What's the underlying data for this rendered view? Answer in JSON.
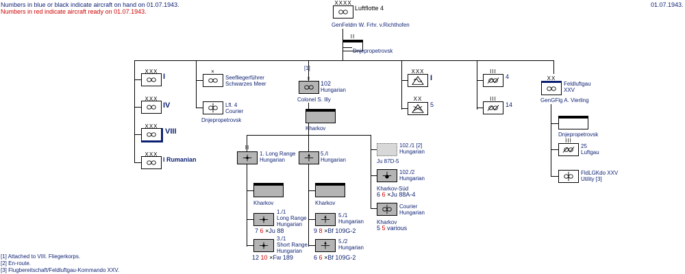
{
  "header": {
    "note_blue": "Numbers in blue or black indicate aircraft on hand on 01.07.1943.",
    "note_red": "Numbers in red indicate aircraft ready on 01.07.1943.",
    "date": "01.07.1943."
  },
  "top": {
    "luftflotte": "Luftflotte 4",
    "commander": "GenFeldm  W. Frhr. v.Richthofen",
    "hq": "Dnjepropetrovsk"
  },
  "korps": {
    "k1": "I",
    "k4": "IV",
    "k8": "VIII",
    "k1r": "I Rumanian"
  },
  "seeflieger": {
    "line1": "Seefliegerführer",
    "line2": "Schwarzes Meer"
  },
  "courier": {
    "line1": "Lfl. 4",
    "line2": "Courier",
    "place": "Dnjepropetrovsk"
  },
  "hungarian": {
    "footnote": "[1]",
    "num": "102",
    "name": "Hungarian",
    "commander": "Colonel  S. Illy",
    "hq": "Kharkov"
  },
  "lr": {
    "line1": "1. Long Range",
    "line2": "Hungarian",
    "hq": "Kharkov",
    "sub_num": "1./1",
    "sub_l1": "Long Range",
    "sub_l2": "Hungarian",
    "sub_n1": "7",
    "sub_n2": "6",
    "sub_type": "Ju 88",
    "sub2_num": "3./1",
    "sub2_l1": "Short Range",
    "sub2_l2": "Hungarian",
    "sub2_n1": "12",
    "sub2_n2": "10",
    "sub2_type": "Fw 189"
  },
  "f5": {
    "line1": "5./I",
    "line2": "Hungarian",
    "hq": "Kharkov",
    "s1_num": "5./1",
    "s1_l1": "Hungarian",
    "s1_n1": "9",
    "s1_n2": "8",
    "s1_type": "Bf 109G-2",
    "s2_num": "5./2",
    "s2_l1": "Hungarian",
    "s2_n1": "6",
    "s2_n2": "6",
    "s2_type": "Bf 109G-2"
  },
  "stuka": {
    "num": "102./1 [2]",
    "name": "Hungarian",
    "type": "Ju 87D-5"
  },
  "bomber": {
    "num": "102./2",
    "name": "Hungarian",
    "place": "Kharkov-Süd",
    "n1": "6",
    "n2": "6",
    "type": "Ju 88A-4"
  },
  "hcourier": {
    "line1": "Courier",
    "line2": "Hungarian",
    "place": "Kharkov",
    "n1": "5",
    "n2": "5",
    "type": "various"
  },
  "flak": {
    "f1": "I",
    "f5": "5"
  },
  "lnr": {
    "l4": "4",
    "l14": "14"
  },
  "feldluftgau": {
    "name1": "Feldluftgau",
    "name2": "XXV",
    "commander": "GenGFlg  A. Vierling",
    "hq": "Dnjepropetrovsk",
    "lg_num": "25",
    "lg_name": "Luftgau",
    "util1": "FldLGKdo XXV",
    "util2": "Utility [3]"
  },
  "notes": {
    "n1": "[1] Attached to VIII. Fliegerkorps.",
    "n2": "[2] En-route.",
    "n3": "[3] Flugbereitschaft/Feldluftgau-Kommando XXV."
  },
  "times": "×"
}
